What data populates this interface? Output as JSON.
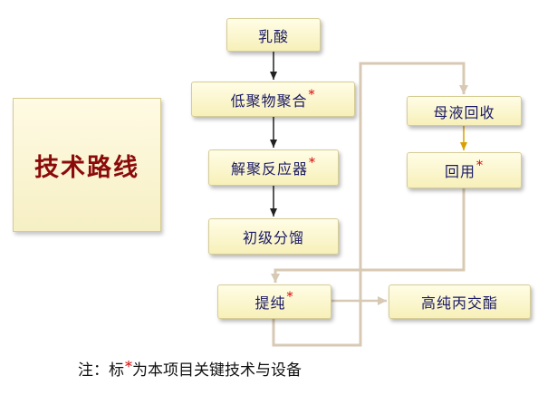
{
  "title": "技术路线",
  "nodes": {
    "lactic_acid": "乳酸",
    "oligomerization": "低聚物聚合",
    "depolymerization_reactor": "解聚反应器",
    "primary_distillation": "初级分馏",
    "purification": "提纯",
    "mother_liquor_recovery": "母液回收",
    "reuse": "回用",
    "high_purity_lactide": "高纯丙交酯"
  },
  "marker": "*",
  "note": {
    "prefix": "注：标",
    "suffix": "为本项目关键技术与设备"
  },
  "colors": {
    "title_text": "#8b0a0a",
    "box_text": "#1a1a66",
    "marker": "#d40000",
    "box_fill_top": "#fffde6",
    "box_fill_bottom": "#f7f0b9",
    "recycle_line": "#d8c9b4",
    "main_arrow": "#222222",
    "recovery_arrow": "#d8a000"
  }
}
